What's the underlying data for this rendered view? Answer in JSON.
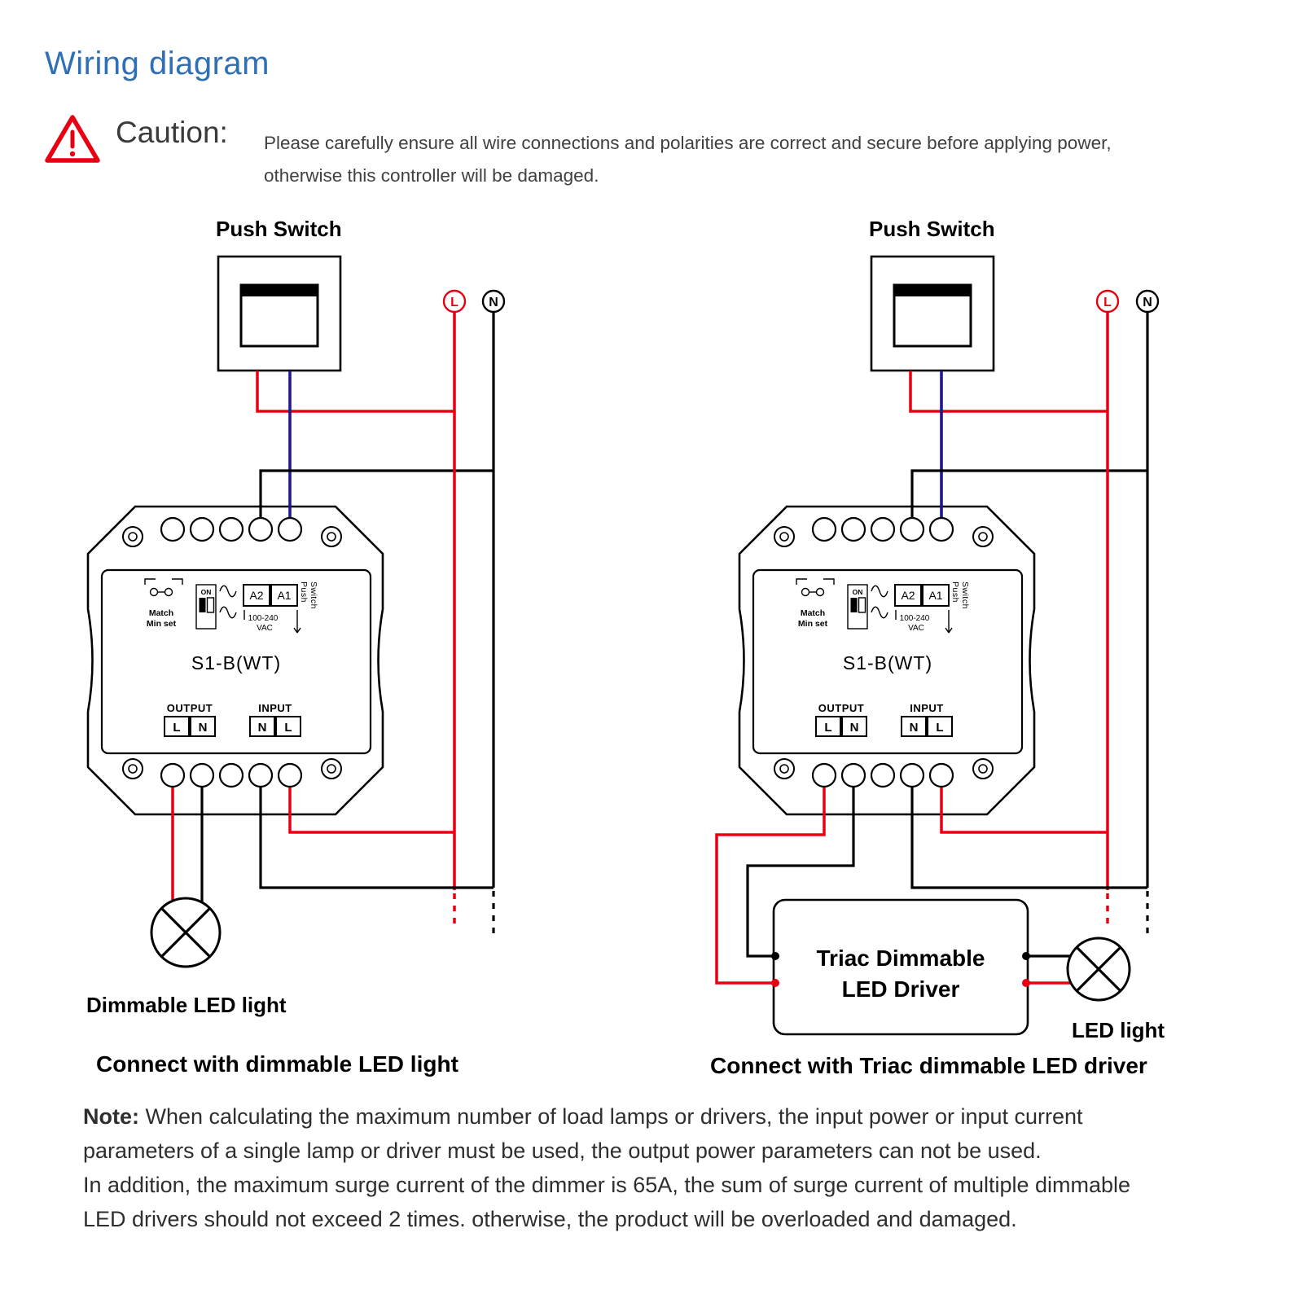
{
  "page": {
    "title": "Wiring diagram",
    "caution_label": "Caution:",
    "caution_line1": "Please carefully ensure all wire connections and polarities are correct and secure before applying power,",
    "caution_line2": "otherwise this controller will be damaged."
  },
  "terminals": {
    "live": "L",
    "neutral": "N"
  },
  "device": {
    "model": "S1-B(WT)",
    "match": "Match",
    "min_set": "Min set",
    "on": "ON",
    "a2": "A2",
    "a1": "A1",
    "voltage": "100-240",
    "vac": "VAC",
    "push": "Push",
    "switch": "Switch",
    "output": "OUTPUT",
    "input": "INPUT",
    "output_l": "L",
    "output_n": "N",
    "input_n": "N",
    "input_l": "L"
  },
  "left_diagram": {
    "push_switch_label": "Push Switch",
    "lamp_label": "Dimmable LED light",
    "caption": "Connect with dimmable LED light"
  },
  "right_diagram": {
    "push_switch_label": "Push Switch",
    "driver_line1": "Triac Dimmable",
    "driver_line2": "LED Driver",
    "lamp_label": "LED light",
    "caption": "Connect with Triac dimmable LED driver"
  },
  "note": {
    "label": "Note:",
    "line1": "When calculating the maximum number of load lamps or drivers, the input power or input current",
    "line2": "parameters of a single lamp or driver must be used, the output power parameters can not be used.",
    "line3": "In addition, the maximum surge current of the dimmer is 65A, the sum of surge current of multiple dimmable",
    "line4": "LED drivers should not exceed 2 times. otherwise, the product will be overloaded and damaged."
  },
  "icons": {
    "warning": "warning-triangle-icon",
    "lamp": "lamp-cross-circle-icon",
    "match": "match-remote-icon",
    "dip_switch": "dip-switch-icon",
    "dim_curve": "dimming-curve-icon",
    "screw": "screw-icon"
  },
  "colors": {
    "title_blue": "#2e6fb5",
    "wire_red": "#e60012",
    "wire_blue": "#1b1b8c",
    "wire_black": "#000000",
    "caution_red": "#e60012"
  }
}
